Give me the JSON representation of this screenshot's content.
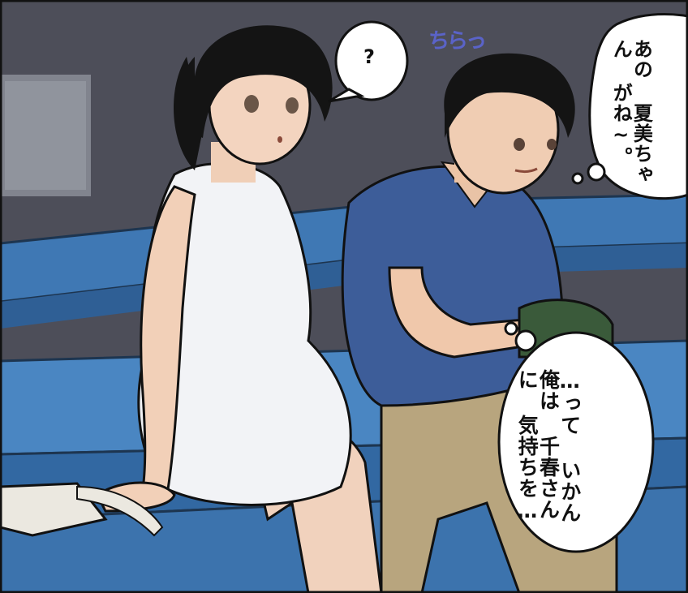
{
  "bubbles": {
    "girl_question": "?",
    "boy_thought_top": [
      "あの",
      "夏美ちゃん",
      "がね~。"
    ],
    "boy_thought_bottom": [
      "…って",
      "いかん俺は",
      "千春さんに",
      "気持ちを…"
    ]
  },
  "sfx": {
    "glance": "ちらっ"
  },
  "colors": {
    "wall": "#4a4b55",
    "bench": "#3f78b4",
    "dress": "#f2f3f6",
    "shirt": "#3d5d99",
    "pants": "#b8a57e",
    "hair": "#141414",
    "skin": "#f2d0b8",
    "sfx": "#5a63c8"
  }
}
